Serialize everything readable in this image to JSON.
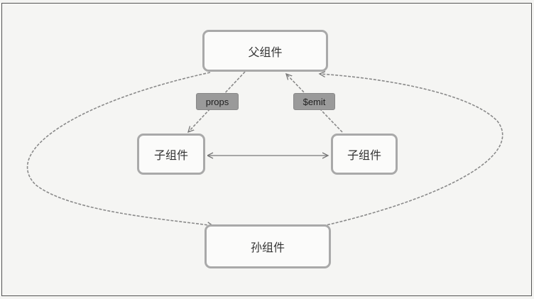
{
  "nodes": {
    "parent": "父组件",
    "child_left": "子组件",
    "child_right": "子组件",
    "grandchild": "孙组件"
  },
  "edges": {
    "props": "props",
    "emit": "$emit"
  },
  "colors": {
    "box_border": "#a9a9a9",
    "tag_fill": "#9a9a9a",
    "line": "#8a8a8a"
  }
}
